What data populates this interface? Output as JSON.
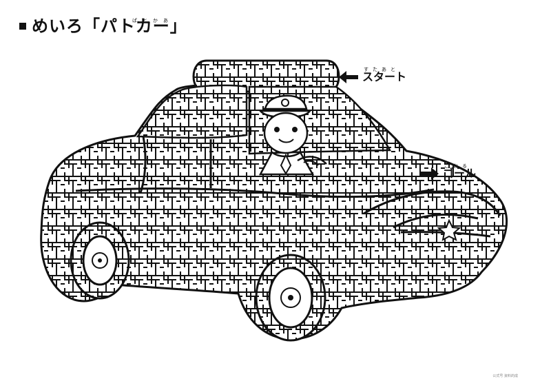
{
  "title": {
    "main": "めいろ「パトカー」",
    "ruby": "ぱとかあ"
  },
  "start": {
    "label": "スタート",
    "ruby": "すたあと"
  },
  "goal": {
    "label": "ゴール",
    "ruby": "ごおる"
  },
  "credit": "公式号 資料的成",
  "colors": {
    "ink": "#111111",
    "paper": "#ffffff"
  },
  "icons": [
    "start-arrow-icon",
    "goal-arrow-icon",
    "square-bullet-icon"
  ]
}
